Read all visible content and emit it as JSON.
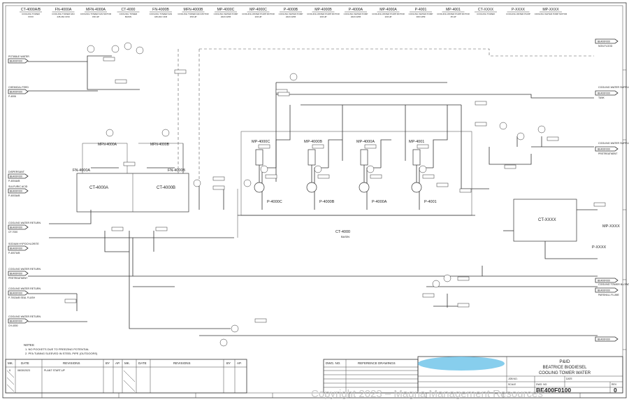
{
  "header_equipment": [
    {
      "tag": "CT-4000A/B",
      "desc": "COOLING TOWER",
      "spec": "XXXX"
    },
    {
      "tag": "FN-4000A",
      "desc": "COOLING TOWER FAN",
      "spec": "445,462 CFM"
    },
    {
      "tag": "MFN-4000A",
      "desc": "COOLING TOWER FAN MOTOR",
      "spec": "150 HP"
    },
    {
      "tag": "CT-4000",
      "desc": "COOLING TOWER",
      "spec": "BASIN"
    },
    {
      "tag": "FN-4000B",
      "desc": "COOLING TOWER FAN",
      "spec": "445,462 CFM"
    },
    {
      "tag": "MFN-4000B",
      "desc": "COOLING TOWER FAN MOTOR",
      "spec": "150 HP"
    },
    {
      "tag": "MP-4000C",
      "desc": "COOLING WATER PUMP",
      "spec": "2224 GPM"
    },
    {
      "tag": "MP-4000C",
      "desc": "COOLING WATER PUMP MOTOR",
      "spec": "100 HP"
    },
    {
      "tag": "P-4000B",
      "desc": "COOLING WATER PUMP",
      "spec": "2224 GPM"
    },
    {
      "tag": "MP-4000B",
      "desc": "COOLING WATER PUMP MOTOR",
      "spec": "100 HP"
    },
    {
      "tag": "P-4000A",
      "desc": "COOLING WATER PUMP",
      "spec": "2224 GPM"
    },
    {
      "tag": "MP-4000A",
      "desc": "COOLING WATER PUMP MOTOR",
      "spec": "100 HP"
    },
    {
      "tag": "P-4001",
      "desc": "COOLING WATER PUMP",
      "spec": "300 GPM"
    },
    {
      "tag": "MP-4001",
      "desc": "COOLING WATER PUMP MOTOR",
      "spec": "15 HP"
    },
    {
      "tag": "CT-XXXX",
      "desc": "COOLING TOWER",
      "spec": ""
    },
    {
      "tag": "P-XXXX",
      "desc": "COOLING WATER PUMP",
      "spec": ""
    },
    {
      "tag": "MP-XXXX",
      "desc": "COOLING WATER PUMP MOTOR",
      "spec": ""
    }
  ],
  "left_streams": [
    {
      "name": "POTABLE WATER",
      "ref": "BE400F000"
    },
    {
      "name": "CHEMICAL FEED",
      "ref": "BE400F000",
      "note": "P-4006"
    },
    {
      "name": "DISPERSANT",
      "ref": "BE400F000",
      "note": "P-4004A/B"
    },
    {
      "name": "SULFURIC ACID",
      "ref": "BE400F000",
      "note": "P-4003A/B"
    },
    {
      "name": "COOLING WATER RETURN",
      "ref": "BE400F000",
      "note": "CF-7000"
    },
    {
      "name": "SODIUM HYPOCHLORITE",
      "ref": "BE400F000",
      "note": "P-4007A/B"
    },
    {
      "name": "COOLING WATER RETURN",
      "ref": "BE400F000",
      "note": "PRETREATMENT"
    },
    {
      "name": "COOLING WATER RETURN",
      "ref": "BE400F000",
      "note": "P-7002A/B SEAL FLUSH"
    },
    {
      "name": "COOLING WATER RETURN",
      "ref": "BE400F000",
      "note": "CH-4000"
    }
  ],
  "right_streams": [
    {
      "name": "BE400F000",
      "note": "NON-FLOOD"
    },
    {
      "name": "COOLING WATER SUPPLY",
      "ref": "BE400F000",
      "note": "TANK"
    },
    {
      "name": "COOLING WATER SUPPLY",
      "ref": "BE400F000",
      "note": "PRETREATMENT"
    },
    {
      "name": "BE400F000",
      "note": ""
    },
    {
      "name": "COOLING TOWER BLOWDOWN",
      "ref": "BE400F000",
      "note": "PARSHALL FLUME"
    },
    {
      "name": "BE400F000",
      "note": ""
    }
  ],
  "equipment_labels": {
    "fan_a": "FN-4000A",
    "fan_b": "FN-4000B",
    "motor_a": "MFN-4000A",
    "motor_b": "MFN-4000B",
    "tower_a": "CT-4000A",
    "tower_b": "CT-4000B",
    "basin": "CT-4000",
    "basin_note": "BASIN",
    "ct_xxxx": "CT-XXXX",
    "p_xxxx": "P-XXXX",
    "mp_xxxx": "MP-XXXX",
    "pumps": [
      {
        "motor": "MP-4000C",
        "pump": "P-4000C"
      },
      {
        "motor": "MP-4000B",
        "pump": "P-4000B"
      },
      {
        "motor": "MP-4000A",
        "pump": "P-4000A"
      },
      {
        "motor": "MP-4001",
        "pump": "P-4001"
      }
    ]
  },
  "notes": {
    "title": "NOTES:",
    "items": [
      "1.  NO POCKETS DUE TO FREEZING POTENTIAL",
      "2.  PFA TUBING SLEEVED IN STEEL PIPE (OUTDOORS)"
    ]
  },
  "revision_table": {
    "headers": [
      "MK.",
      "DATE",
      "REVISIONS",
      "BY",
      "AP."
    ],
    "rows": [
      [
        "0",
        "08/30/2023",
        "PLANT START-UP",
        "",
        ""
      ]
    ]
  },
  "revision_table_2": {
    "headers": [
      "MK.",
      "DATE",
      "REVISIONS",
      "BY",
      "AP."
    ],
    "rows": []
  },
  "reference_table": {
    "headers": [
      "DWG. NO.",
      "REFERENCE DRAWINGS"
    ]
  },
  "title_block": {
    "title": "P&ID",
    "subtitle_1": "BEATRICE BIODIESEL",
    "subtitle_2": "COOLING TOWER WATER",
    "job_no_label": "JOB NO.",
    "date_label": "DATE",
    "scale_label": "SCALE",
    "dwg_no_label": "DWG. NO.",
    "rev_label": "REV.",
    "drawing_number": "BE400F0100",
    "revision": "0"
  },
  "watermark": "Copyright 2023 – Magna Management Resources",
  "colors": {
    "line": "#333333",
    "redaction": "#72c6ea",
    "watermark": "#c9c9c9"
  }
}
